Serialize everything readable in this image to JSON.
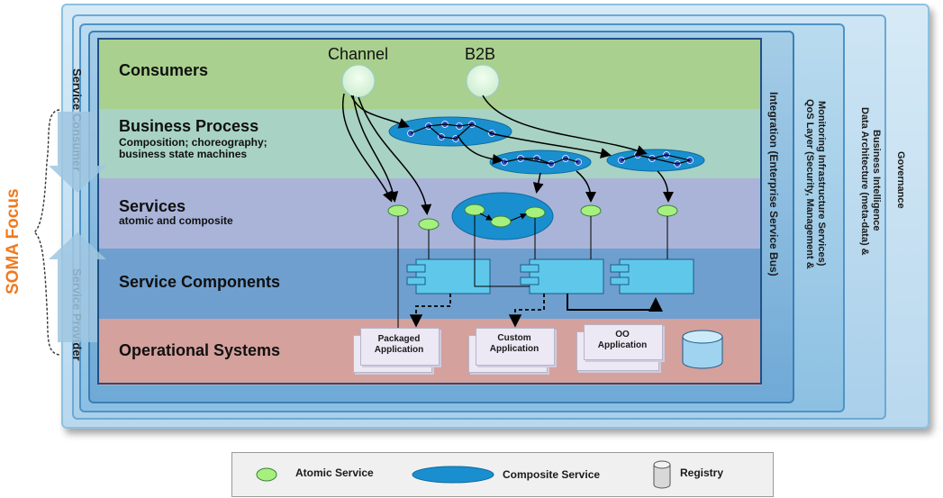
{
  "layers": {
    "consumers": "Consumers",
    "business_process": {
      "title": "Business Process",
      "subtitle_line1": "Composition; choreography;",
      "subtitle_line2": "business state machines"
    },
    "services": {
      "title": "Services",
      "subtitle": "atomic and composite"
    },
    "service_components": "Service Components",
    "operational_systems": "Operational Systems"
  },
  "channels": {
    "channel": "Channel",
    "b2b": "B2B"
  },
  "side_panels": {
    "integration": "Integration (Enterprise Service Bus)",
    "qos_line1": "QoS Layer (Security, Management &",
    "qos_line2": "Monitoring Infrastructure Services)",
    "data_line1": "Data Architecture (meta-data) &",
    "data_line2": "Business Intelligence",
    "governance": "Governance"
  },
  "left": {
    "service_consumer": "Service Consumer",
    "service_provider": "Service Provider",
    "soma_focus": "SOMA Focus"
  },
  "applications": {
    "packaged_line1": "Packaged",
    "packaged_line2": "Application",
    "custom_line1": "Custom",
    "custom_line2": "Application",
    "oo_line1": "OO",
    "oo_line2": "Application"
  },
  "legend": {
    "atomic": "Atomic Service",
    "composite": "Composite Service",
    "registry": "Registry"
  },
  "colors": {
    "consumers_band": "#a9d08e",
    "process_band": "#a8d2c4",
    "services_band": "#aab4d8",
    "components_band": "#6f9fcf",
    "operational_band": "#d4a19d",
    "atomic_service": "#a6f07e",
    "composite_service": "#1a8fcf",
    "soma_focus": "#f07a1e"
  }
}
